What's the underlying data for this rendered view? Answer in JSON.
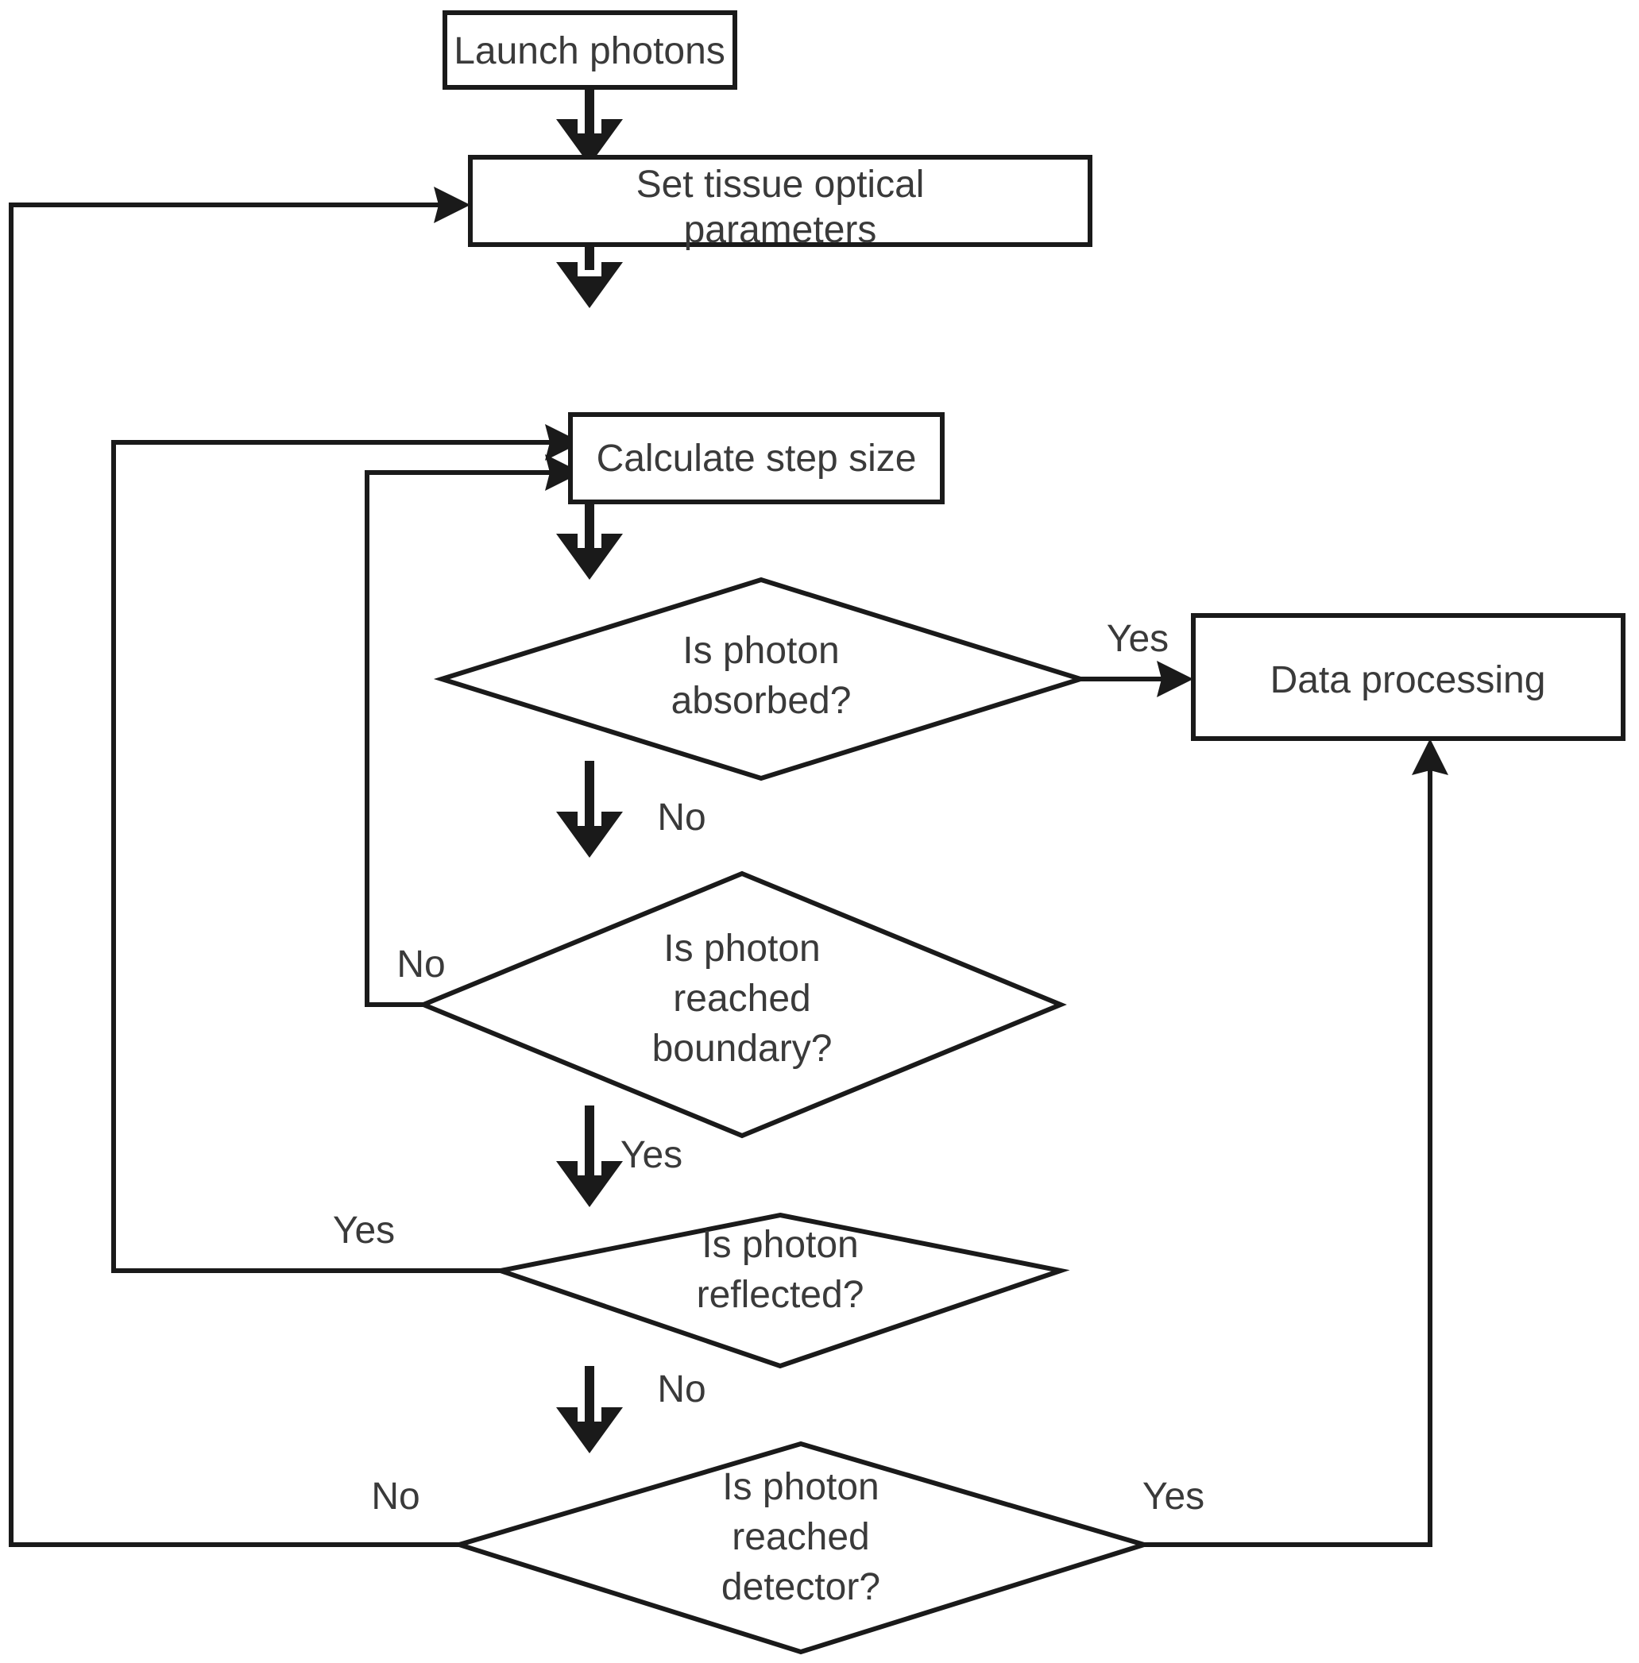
{
  "diagram": {
    "title": "Monte Carlo photon transport simulation flowchart",
    "background_color": "#ffffff",
    "line_color": "#1a1a1a",
    "text_color": "#3a3a3a",
    "nodes": [
      {
        "id": "launch",
        "type": "process",
        "label": "Launch photons"
      },
      {
        "id": "set_params",
        "type": "process",
        "label_line1": "Set tissue optical",
        "label_line2": "parameters"
      },
      {
        "id": "step_size",
        "type": "process",
        "label": "Calculate step size"
      },
      {
        "id": "absorbed",
        "type": "decision",
        "label_line1": "Is photon",
        "label_line2": "absorbed?"
      },
      {
        "id": "boundary",
        "type": "decision",
        "label_line1": "Is photon",
        "label_line2": "reached",
        "label_line3": "boundary?"
      },
      {
        "id": "reflected",
        "type": "decision",
        "label_line1": "Is photon",
        "label_line2": "reflected?"
      },
      {
        "id": "detector",
        "type": "decision",
        "label_line1": "Is photon",
        "label_line2": "reached",
        "label_line3": "detector?"
      },
      {
        "id": "data_proc",
        "type": "process",
        "label": "Data processing"
      }
    ],
    "edges": [
      {
        "from": "launch",
        "to": "step_size_chain",
        "label": ""
      },
      {
        "from": "set_params",
        "to": "step_size",
        "label": ""
      },
      {
        "from": "step_size",
        "to": "absorbed",
        "label": ""
      },
      {
        "from": "absorbed",
        "to": "data_proc",
        "label": "Yes"
      },
      {
        "from": "absorbed",
        "to": "boundary",
        "label": "No"
      },
      {
        "from": "boundary",
        "to": "step_size",
        "label": "No"
      },
      {
        "from": "boundary",
        "to": "reflected",
        "label": "Yes"
      },
      {
        "from": "reflected",
        "to": "step_size",
        "label": "Yes"
      },
      {
        "from": "reflected",
        "to": "detector",
        "label": "No"
      },
      {
        "from": "detector",
        "to": "set_params",
        "label": "No"
      },
      {
        "from": "detector",
        "to": "data_proc",
        "label": "Yes"
      }
    ],
    "edge_labels": {
      "absorbed_yes": "Yes",
      "absorbed_no": "No",
      "boundary_no": "No",
      "boundary_yes": "Yes",
      "reflected_yes": "Yes",
      "reflected_no": "No",
      "detector_no": "No",
      "detector_yes": "Yes"
    }
  }
}
